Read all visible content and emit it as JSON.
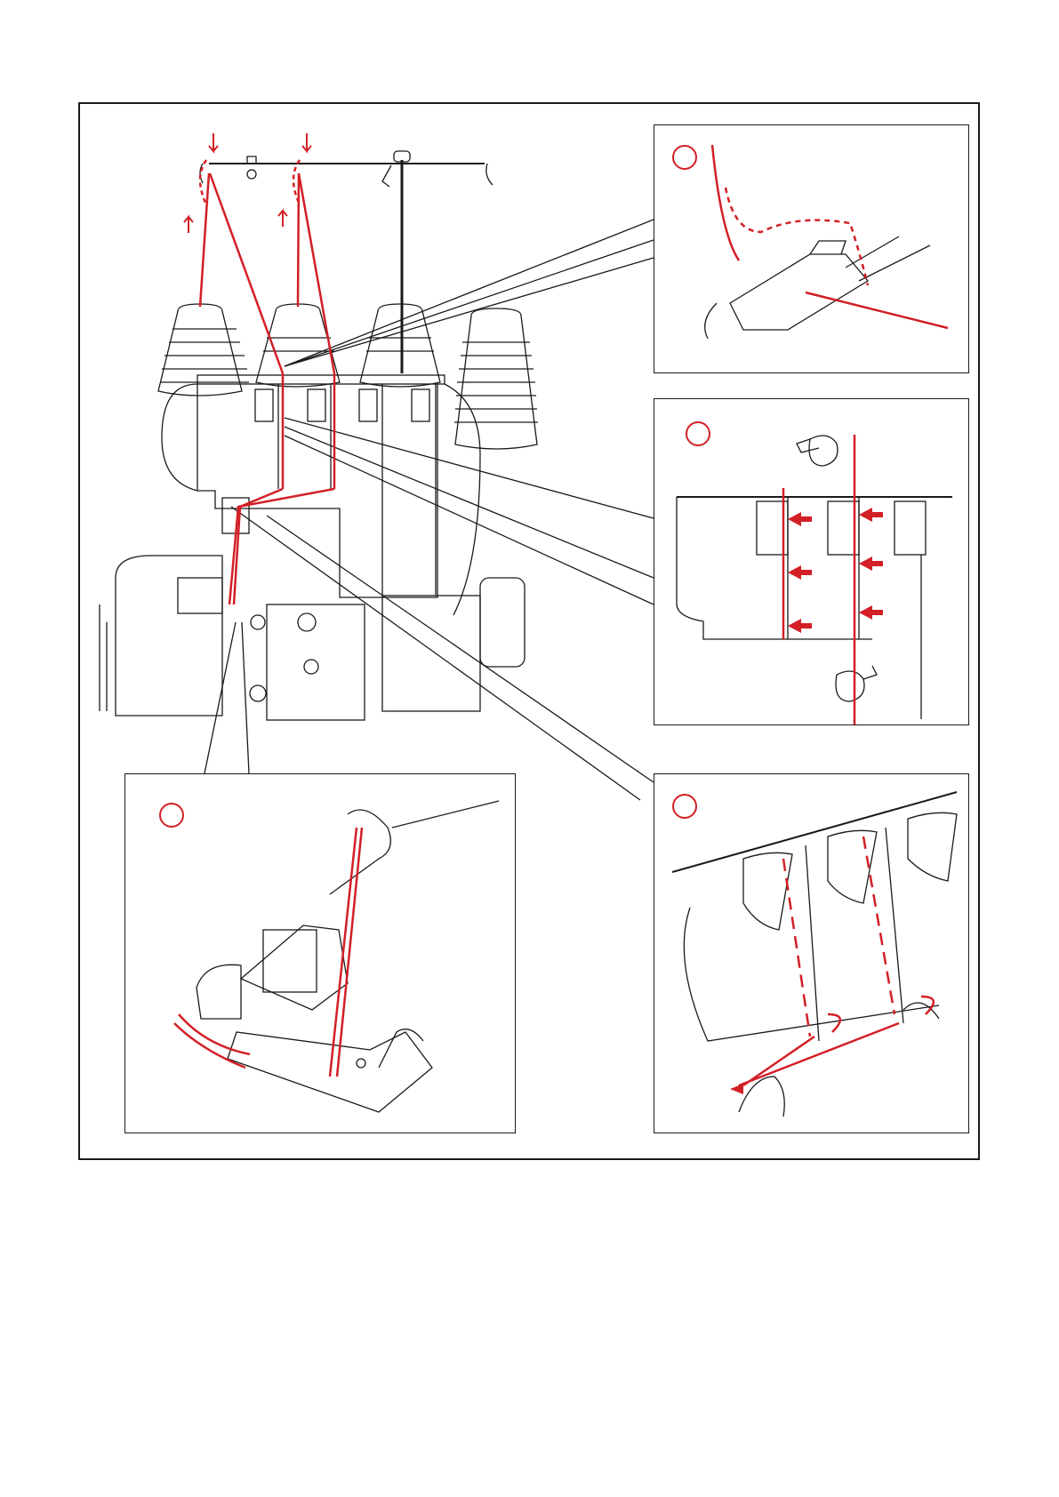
{
  "colors": {
    "line": "#1a1a1a",
    "thread": "#d31f26",
    "background": "#ffffff"
  },
  "panels": [
    {
      "id": "detail-top-right",
      "step_label": ""
    },
    {
      "id": "detail-middle-right",
      "step_label": ""
    },
    {
      "id": "detail-bottom-left",
      "step_label": ""
    },
    {
      "id": "detail-bottom-right",
      "step_label": ""
    }
  ],
  "icons": [
    "spool-cone-icon",
    "thread-guide-icon",
    "hand-pinch-icon",
    "direction-arrow-icon"
  ]
}
